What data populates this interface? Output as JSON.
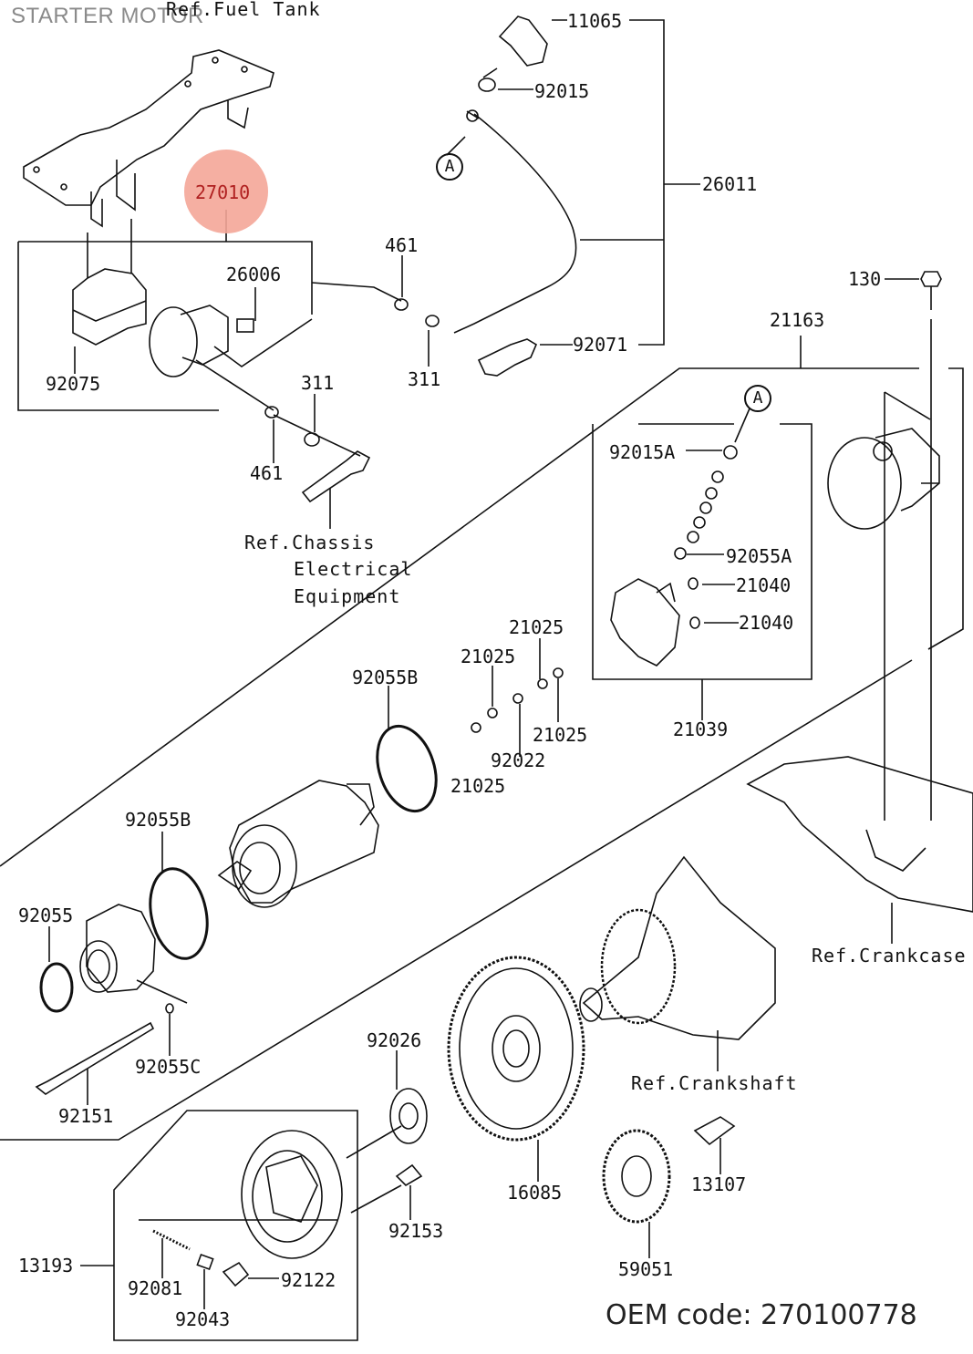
{
  "title": "STARTER MOTOR",
  "highlighted_part": "27010",
  "oem_code": "OEM code: 270100778",
  "colors": {
    "highlight": "#f4a698",
    "highlight_text": "#b02020",
    "line": "#111111",
    "title": "#8a8a8a"
  },
  "callouts": {
    "a_top": "A",
    "a_box": "A"
  },
  "refs": {
    "fuel_tank": "Ref.Fuel Tank",
    "chassis_1": "Ref.Chassis",
    "chassis_2": "Electrical",
    "chassis_3": "Equipment",
    "crankcase": "Ref.Crankcase",
    "crankshaft": "Ref.Crankshaft"
  },
  "parts": {
    "p11065": "11065",
    "p92015": "92015",
    "p26011": "26011",
    "p461a": "461",
    "p26006": "26006",
    "p92075": "92075",
    "p311a": "311",
    "p311b": "311",
    "p461b": "461",
    "p92071": "92071",
    "p130": "130",
    "p21163": "21163",
    "p92015A": "92015A",
    "p92055A": "92055A",
    "p21040a": "21040",
    "p21040b": "21040",
    "p21025a": "21025",
    "p21025b": "21025",
    "p92055B_top": "92055B",
    "p21025c": "21025",
    "p92022": "92022",
    "p21025d": "21025",
    "p21039": "21039",
    "p92055B": "92055B",
    "p92055": "92055",
    "p92055C": "92055C",
    "p92151": "92151",
    "p92026": "92026",
    "p16085": "16085",
    "p13107": "13107",
    "p92153": "92153",
    "p59051": "59051",
    "p13193": "13193",
    "p92081": "92081",
    "p92122": "92122",
    "p92043": "92043"
  }
}
